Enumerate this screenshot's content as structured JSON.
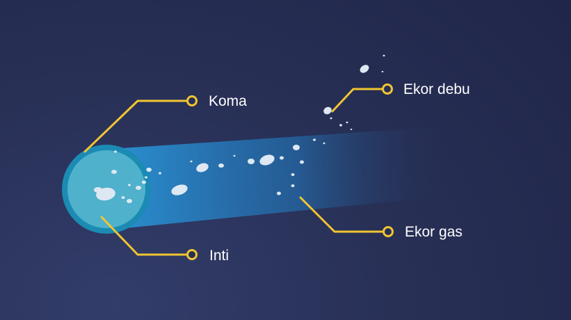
{
  "labels": {
    "koma": "Koma",
    "ekor_debu": "Ekor debu",
    "ekor_gas": "Ekor gas",
    "inti": "Inti"
  },
  "colors": {
    "background": "#262f55",
    "callout": "#f2c531",
    "coma_ring": "#1b8bb4",
    "coma_fill": "#4fb1cb",
    "tail": "#2a8fd0",
    "ice": "#dde8f2"
  }
}
